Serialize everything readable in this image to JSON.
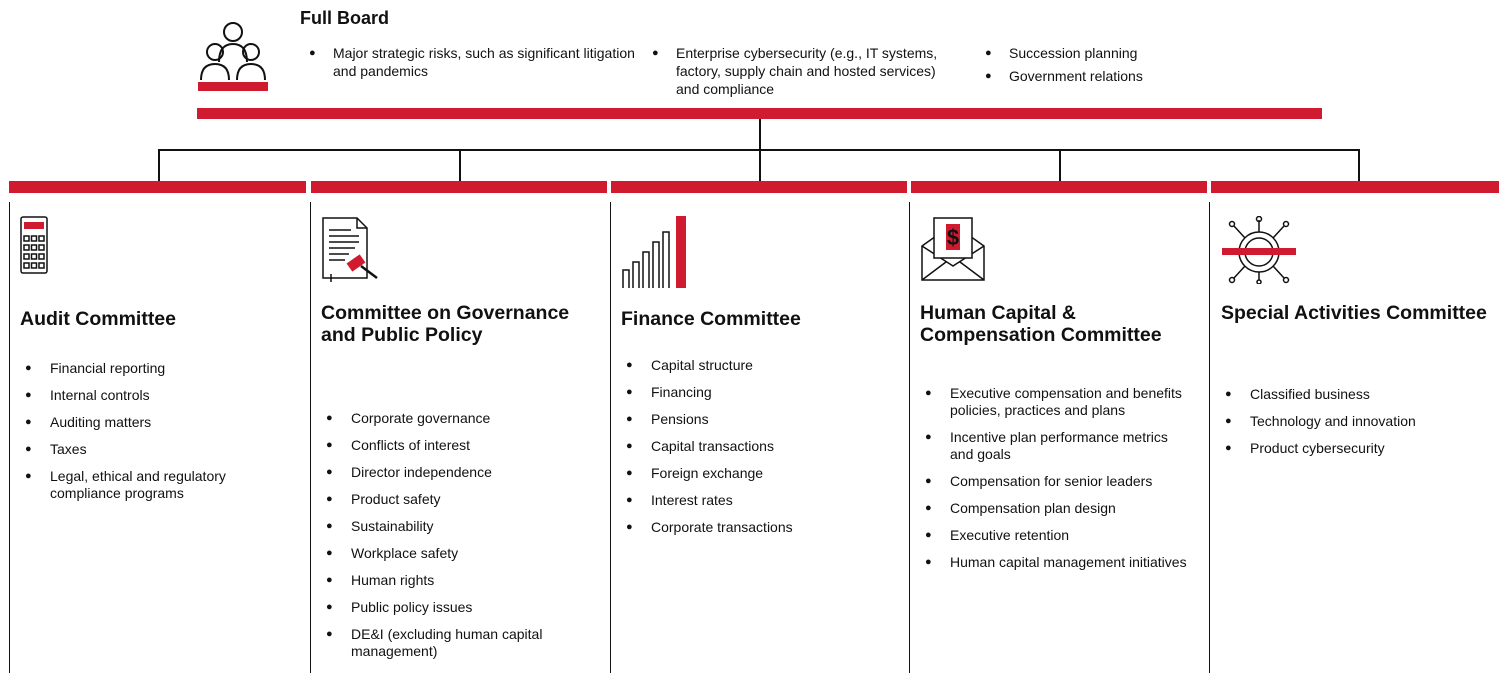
{
  "board": {
    "title": "Full Board",
    "col1": [
      "Major strategic risks, such as significant litigation and pandemics"
    ],
    "col2": [
      "Enterprise cybersecurity (e.g., IT systems, factory, supply chain and hosted services) and compliance"
    ],
    "col3": [
      "Succession planning",
      "Government relations"
    ]
  },
  "committees": [
    {
      "title": "Audit Committee",
      "icon": "calculator-icon",
      "items": [
        "Financial reporting",
        "Internal controls",
        "Auditing matters",
        "Taxes",
        "Legal, ethical and regulatory compliance programs"
      ]
    },
    {
      "title": "Committee on Governance and Public Policy",
      "icon": "document-gavel-icon",
      "items": [
        "Corporate governance",
        "Conflicts of interest",
        "Director independence",
        "Product safety",
        "Sustainability",
        "Workplace safety",
        "Human rights",
        "Public policy issues",
        "DE&I (excluding human capital management)"
      ]
    },
    {
      "title": "Finance Committee",
      "icon": "bar-chart-icon",
      "items": [
        "Capital structure",
        "Financing",
        "Pensions",
        "Capital transactions",
        "Foreign exchange",
        "Interest rates",
        "Corporate transactions"
      ]
    },
    {
      "title": "Human Capital & Compensation Committee",
      "icon": "envelope-dollar-icon",
      "items": [
        "Executive compensation and benefits policies, practices and plans",
        "Incentive plan performance metrics and goals",
        "Compensation for senior leaders",
        "Compensation plan design",
        "Executive retention",
        "Human capital management initiatives"
      ]
    },
    {
      "title": "Special Activities Committee",
      "icon": "network-hub-icon",
      "items": [
        "Classified business",
        "Technology and innovation",
        "Product cybersecurity"
      ]
    }
  ],
  "colors": {
    "accent": "#cf1a2f",
    "line": "#111111"
  }
}
